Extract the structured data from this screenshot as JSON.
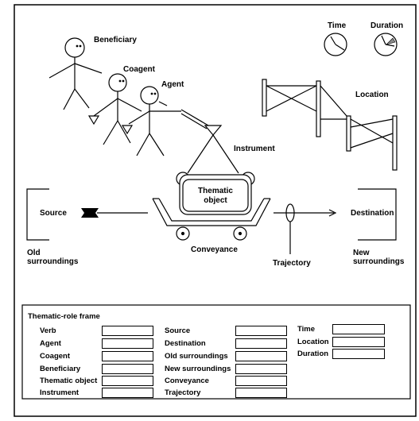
{
  "labels": {
    "beneficiary": "Beneficiary",
    "coagent": "Coagent",
    "agent": "Agent",
    "instrument": "Instrument",
    "time": "Time",
    "duration": "Duration",
    "location": "Location",
    "source": "Source",
    "old_surroundings_1": "Old",
    "old_surroundings_2": "surroundings",
    "thematic_object_1": "Thematic",
    "thematic_object_2": "object",
    "conveyance": "Conveyance",
    "trajectory": "Trajectory",
    "destination": "Destination",
    "new_surroundings_1": "New",
    "new_surroundings_2": "surroundings"
  },
  "frame": {
    "title": "Thematic-role frame",
    "col1": [
      "Verb",
      "Agent",
      "Coagent",
      "Beneficiary",
      "Thematic object",
      "Instrument"
    ],
    "col2": [
      "Source",
      "Destination",
      "Old surroundings",
      "New surroundings",
      "Conveyance",
      "Trajectory"
    ],
    "col3": [
      "Time",
      "Location",
      "Duration"
    ]
  }
}
